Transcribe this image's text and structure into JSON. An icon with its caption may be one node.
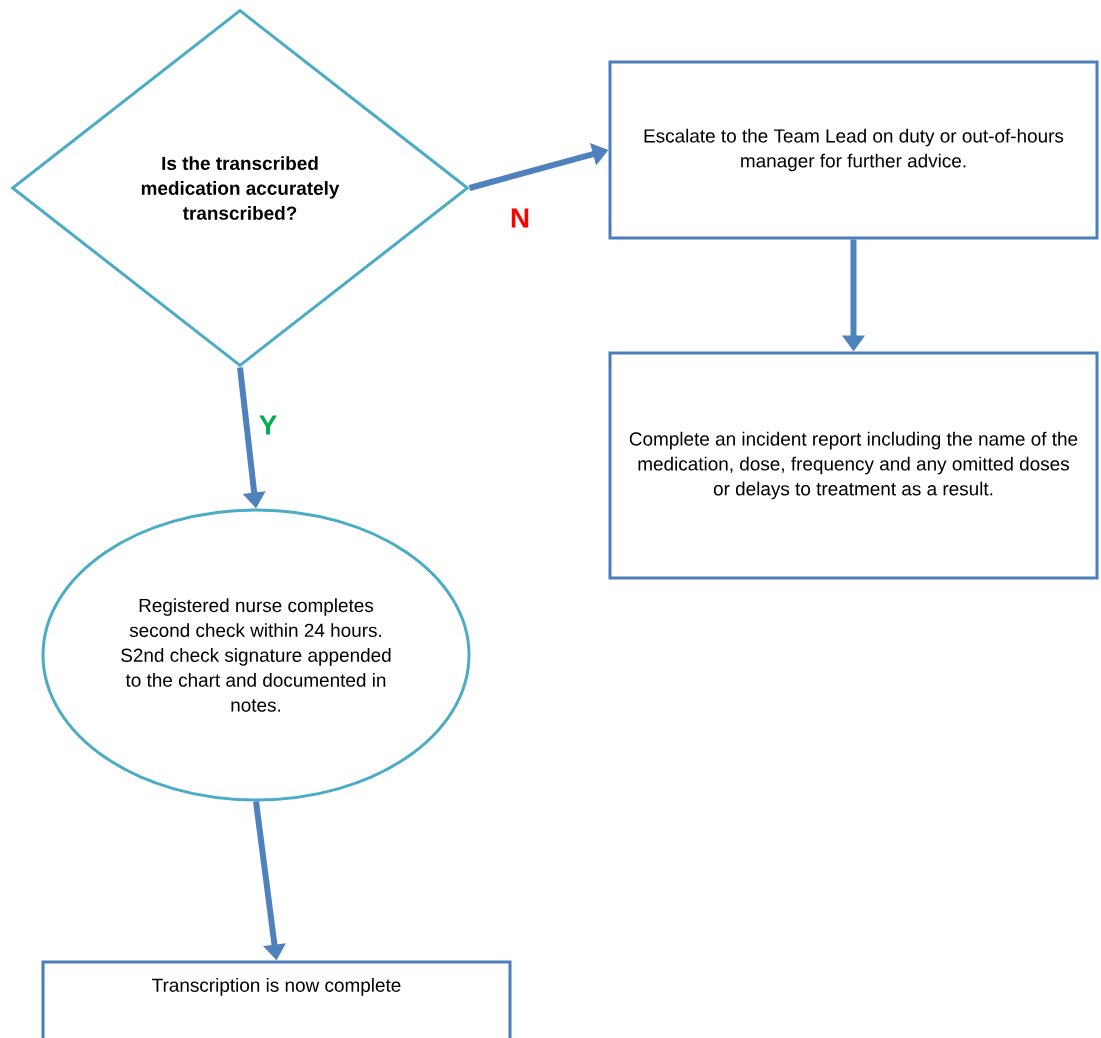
{
  "diagram": {
    "nodes": [
      {
        "text": [
          "Is the transcribed medication accurately transcribed?"
        ]
      },
      {
        "text": [
          "Escalate to the Team Lead on duty or out-of-hours manager for further advice."
        ]
      },
      {
        "text": [
          "Complete an incident report including the name of the medication, dose, frequency and any omitted doses or delays to treatment as a result."
        ]
      },
      {
        "text": [
          "Registered nurse completes second check within 24 hours. S2nd check signature appended to the chart and documented in notes."
        ]
      },
      {
        "text": [
          "Transcription is now complete"
        ]
      }
    ],
    "edges": [
      {
        "from": 0,
        "to": 1,
        "arrow": "to",
        "label": "N"
      },
      {
        "from": 1,
        "to": 2,
        "arrow": "to"
      },
      {
        "from": 0,
        "to": 3,
        "arrow": "to",
        "label": "Y"
      },
      {
        "from": 3,
        "to": 4,
        "arrow": "to"
      }
    ]
  }
}
